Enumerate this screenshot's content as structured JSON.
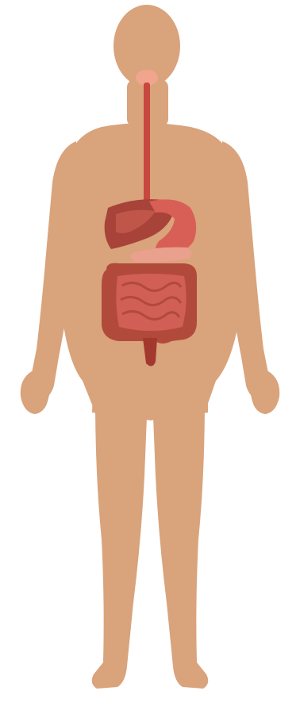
{
  "colors": {
    "background": "#ffffff",
    "skin": "#d9a37b",
    "skin_shadow": "#c98f68",
    "mouth": "#f2a58e",
    "esophagus": "#c8473f",
    "liver": "#a8433a",
    "liver_light": "#c0564a",
    "stomach": "#d85f56",
    "pancreas": "#e9a08c",
    "large_intestine": "#b24a3c",
    "small_intestine": "#d15f55",
    "rectum": "#a3382f"
  },
  "illustration": {
    "subject": "human-body",
    "system": "digestive-system",
    "organs": [
      "mouth",
      "esophagus",
      "liver",
      "stomach",
      "pancreas",
      "large-intestine",
      "small-intestine",
      "rectum"
    ]
  }
}
